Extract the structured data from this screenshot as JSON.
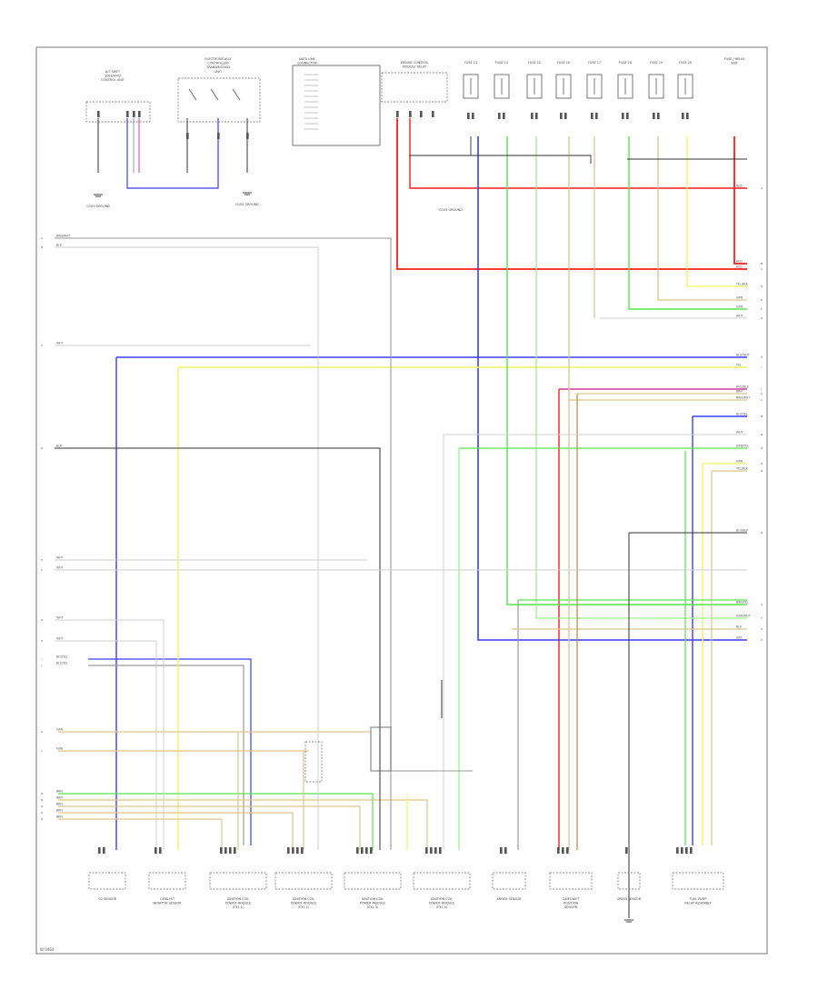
{
  "page": {
    "footer_code": "W 0464"
  },
  "wire_colors": {
    "red": "#ff1a1a",
    "blue": "#3b3bff",
    "yellow": "#f2f25a",
    "green": "#55e64b",
    "lightgreen": "#9bf08a",
    "tan": "#d9c58a",
    "magenta": "#d6399c",
    "gray": "#9a9a9a",
    "lightgray": "#cfcfcf",
    "dark": "#333333",
    "brown": "#b58a4a"
  },
  "fuse_labels": [
    "FUSE 13",
    "FUSE 14",
    "FUSE 15",
    "FUSE 16",
    "FUSE 17",
    "FUSE 18",
    "FUSE 19",
    "FUSE 20"
  ],
  "top_components": [
    "A/T SHIFT SOLENOID CONTROL UNIT",
    "ELECTRONICALLY CONTROLLED TRANSMISSION UNIT",
    "DATA LINK CONNECTOR",
    "ENGINE CONTROL MODULE RELAY",
    "FUSE / RELAY BOX"
  ],
  "bottom_components": [
    "O2 SENSOR",
    "CATALYST MONITOR SENSOR",
    "IGNITION COIL POWER MODULE (CYL 1)",
    "IGNITION COIL POWER MODULE (CYL 2)",
    "IGNITION COIL POWER MODULE (CYL 3)",
    "IGNITION COIL POWER MODULE (CYL 4)",
    "KNOCK SENSOR",
    "CAMSHAFT POSITION SENSOR",
    "SPEED SENSOR",
    "FUEL PUMP RELAY ASSEMBLY"
  ],
  "ground_labels": [
    "G101 GROUND",
    "G102 GROUND",
    "G103 GROUND"
  ],
  "right_wire_labels": [
    "RED",
    "RED",
    "RED",
    "YEL/BLK",
    "GRN",
    "GRN",
    "WHT",
    "BLU/WHT",
    "YEL",
    "RED/BLK",
    "BRN",
    "BRN/WHT",
    "BLU/YEL",
    "WHT",
    "GRN/YEL",
    "GRN",
    "YEL/BLK",
    "BLU/BLK",
    "BRN/YEL",
    "GRN/WHT",
    "BLU",
    "GRY"
  ],
  "left_wire_labels": [
    "BRN/WHT",
    "BLK",
    "WHT",
    "BLK",
    "WHT",
    "WHT",
    "WHT",
    "WHT",
    "BLU/YEL",
    "BLU/YEL",
    "GRN",
    "GRN",
    "BRN",
    "BRN",
    "BRN",
    "BRN",
    "BRN"
  ]
}
